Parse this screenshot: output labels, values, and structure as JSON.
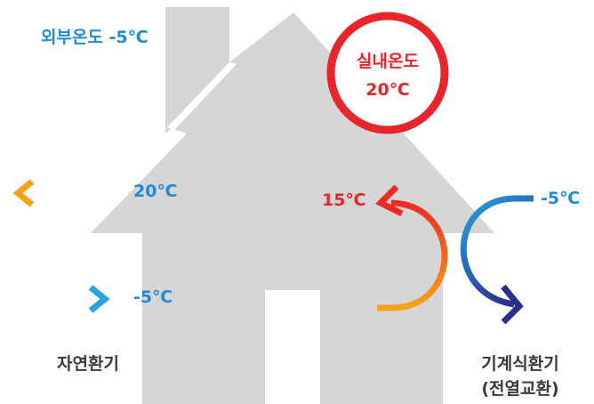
{
  "outdoor_temp_label": "외부온도 -5℃",
  "indoor": {
    "line1": "실내온도",
    "line2": "20℃"
  },
  "natural_ventilation": {
    "exhaust_temp": "20℃",
    "supply_temp": "-5℃",
    "caption": "자연환기"
  },
  "mechanical_ventilation": {
    "exhaust_temp": "15℃",
    "supply_temp": "-5℃",
    "caption_line1": "기계식환기",
    "caption_line2": "(전열교환)"
  },
  "colors": {
    "house": "#d6d6d7",
    "warm_start": "#f7a21b",
    "warm_end": "#ea2c25",
    "cool_start": "#2aa3de",
    "cool_end": "#2b2f8f",
    "indoor_ring": "#e8252a",
    "outdoor_text": "#1f8ad6",
    "caption_text": "#3a3a3a"
  }
}
